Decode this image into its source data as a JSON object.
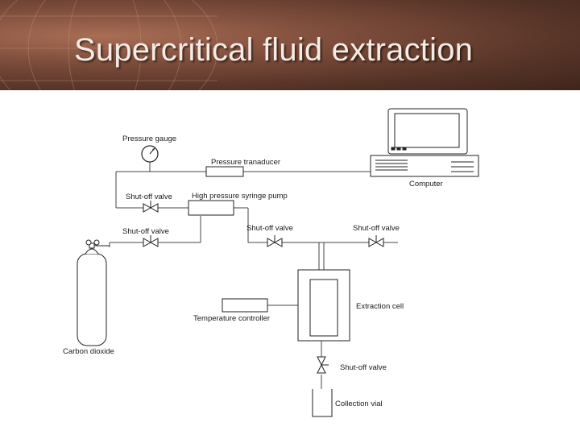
{
  "slide": {
    "title": "Supercritical fluid extraction"
  },
  "diagram": {
    "labels": {
      "pressure_gauge": "Pressure gauge",
      "pressure_transducer": "Pressure tranaducer",
      "computer": "Computer",
      "shutoff_valve_1": "Shut-off valve",
      "syringe_pump": "High pressure syringe pump",
      "shutoff_valve_2": "Shut-off valve",
      "shutoff_valve_3": "Shut-off valve",
      "shutoff_valve_4": "Shut-off valve",
      "extraction_cell": "Extraction cell",
      "temperature_controller": "Temperature controller",
      "carbon_dioxide": "Carbon dioxide",
      "shutoff_valve_5": "Shut-off valve",
      "collection_vial": "Collection vial"
    }
  },
  "colors": {
    "header_dark": "#3f251c",
    "header_light": "#a86e55",
    "title_text": "#f4ebe4"
  }
}
